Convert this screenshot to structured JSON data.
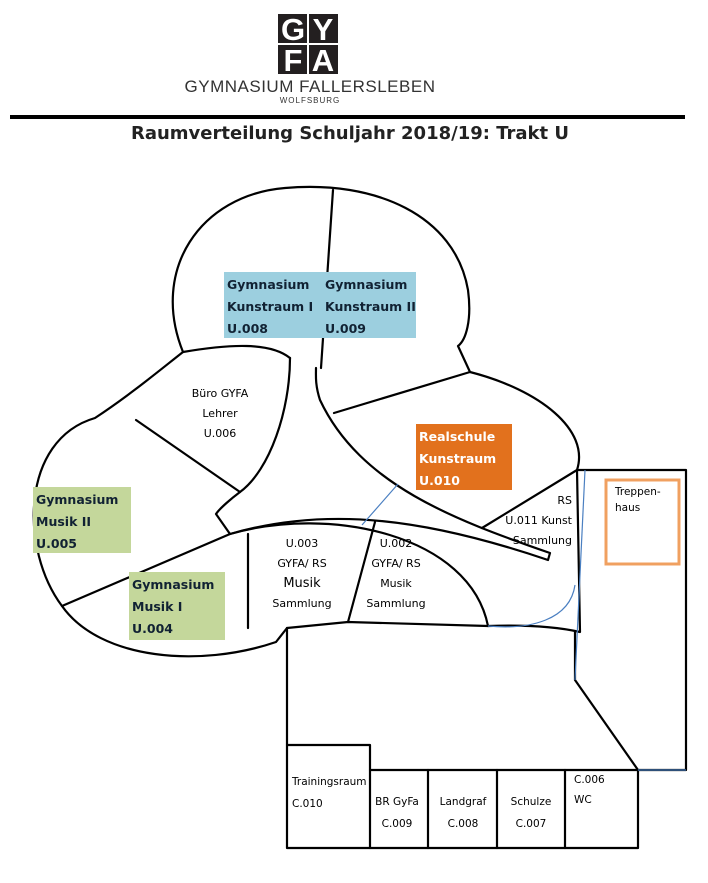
{
  "header": {
    "logo_letters": [
      "G",
      "Y",
      "F",
      "A"
    ],
    "school_name": "GYMNASIUM FALLERSLEBEN",
    "city": "WOLFSBURG",
    "title": "Raumverteilung Schuljahr 2018/19: Trakt U"
  },
  "colors": {
    "blue": "#9ccfdf",
    "green": "#c4d79b",
    "orange": "#e2711d",
    "stair_border": "#f0a060",
    "connector": "#4a7fc1"
  },
  "rooms": {
    "u008": {
      "lines": [
        "Gymnasium",
        "Kunstraum I",
        "U.008"
      ]
    },
    "u009": {
      "lines": [
        "Gymnasium",
        "Kunstraum II",
        "U.009"
      ]
    },
    "u006": {
      "lines": [
        "Büro  GYFA",
        "Lehrer",
        "U.006"
      ]
    },
    "u010": {
      "lines": [
        "Realschule",
        "Kunstraum",
        "U.010"
      ]
    },
    "u005": {
      "lines": [
        "Gymnasium",
        "Musik II",
        "U.005"
      ]
    },
    "u004": {
      "lines": [
        "Gymnasium",
        "Musik I",
        "U.004"
      ]
    },
    "u003": {
      "lines": [
        "U.003",
        "GYFA/ RS",
        "Musik",
        "Sammlung"
      ]
    },
    "u002": {
      "lines": [
        "U.002",
        "GYFA/ RS",
        "Musik",
        "Sammlung"
      ]
    },
    "u011": {
      "lines": [
        "RS",
        "U.011 Kunst",
        "Sammlung"
      ]
    },
    "stairs": {
      "lines": [
        "Treppen-",
        "haus"
      ]
    },
    "c010": {
      "lines": [
        "Trainingsraum",
        "C.010"
      ]
    },
    "c009": {
      "lines": [
        "BR GyFa",
        "C.009"
      ]
    },
    "c008": {
      "lines": [
        "Landgraf",
        "C.008"
      ]
    },
    "c007": {
      "lines": [
        "Schulze",
        "C.007"
      ]
    },
    "c006": {
      "lines": [
        "C.006",
        "WC"
      ]
    }
  }
}
